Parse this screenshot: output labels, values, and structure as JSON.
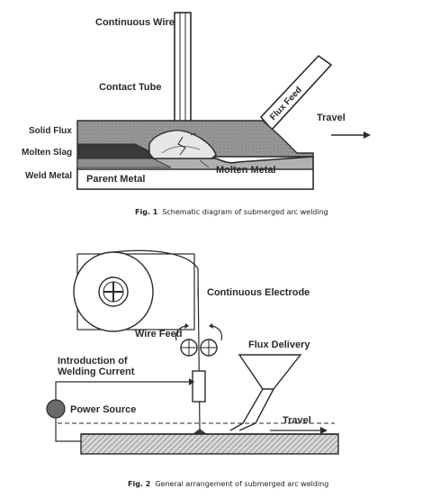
{
  "fig1": {
    "labels": {
      "continuous_wire": "Continuous Wire",
      "contact_tube": "Contact Tube",
      "solid_flux": "Solid Flux",
      "molten_slag": "Molten Slag",
      "weld_metal": "Weld Metal",
      "parent_metal": "Parent Metal",
      "molten_metal": "Molten Metal",
      "flux_feed": "Flux Feed",
      "travel": "Travel"
    },
    "caption_num": "Fig. 1",
    "caption_text": "Schematic diagram of submerged arc welding"
  },
  "fig2": {
    "labels": {
      "continuous_electrode": "Continuous Electrode",
      "wire_feed": "Wire Feed",
      "flux_delivery": "Flux Delivery",
      "intro_line1": "Introduction of",
      "intro_line2": "Welding Current",
      "power_source": "Power Source",
      "travel": "Travel"
    },
    "caption_num": "Fig. 2",
    "caption_text": "General arrangement of submerged arc welding"
  },
  "colors": {
    "ink": "#2a2a2a",
    "flux_fill": "#8e8e8e",
    "slag_fill": "#3a3a3a",
    "plate_fill": "#b0b0b0",
    "metal_fill": "#e6e6e6"
  }
}
